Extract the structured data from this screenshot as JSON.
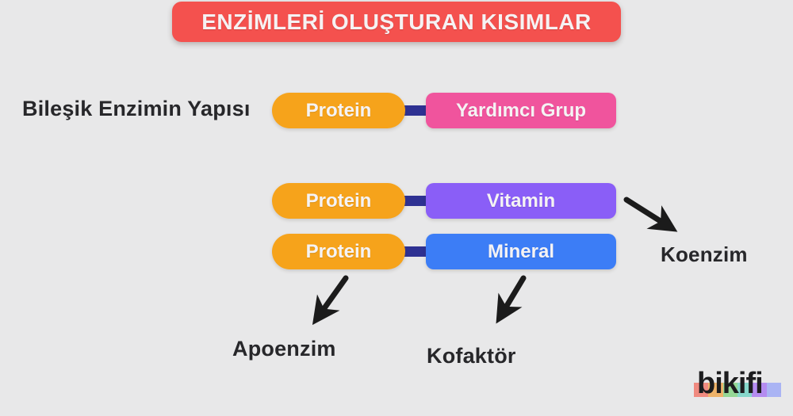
{
  "title": "ENZİMLERİ OLUŞTURAN KISIMLAR",
  "section_label": "Bileşik Enzimin Yapısı",
  "rows": [
    {
      "protein": "Protein",
      "partner": "Yardımcı Grup"
    },
    {
      "protein": "Protein",
      "partner": "Vitamin"
    },
    {
      "protein": "Protein",
      "partner": "Mineral"
    }
  ],
  "annotations": {
    "koenzim": "Koenzim",
    "apoenzim": "Apoenzim",
    "kofaktor": "Kofaktör"
  },
  "logo": {
    "text": "bikifi"
  },
  "colors": {
    "background": "#e8e8e9",
    "title_bg": "#f4514e",
    "title_text": "#f6f2f3",
    "protein": "#f6a31b",
    "yardimci_grup": "#f0549d",
    "vitamin": "#8a5ef7",
    "mineral": "#3c7df6",
    "connector": "#2e3192",
    "arrow": "#1b1b1b",
    "text_dark": "#27272a",
    "logo_band": [
      "#f08a80",
      "#eeb36a",
      "#95d795",
      "#86d7cb",
      "#b48cf0",
      "#aab4f4"
    ]
  }
}
